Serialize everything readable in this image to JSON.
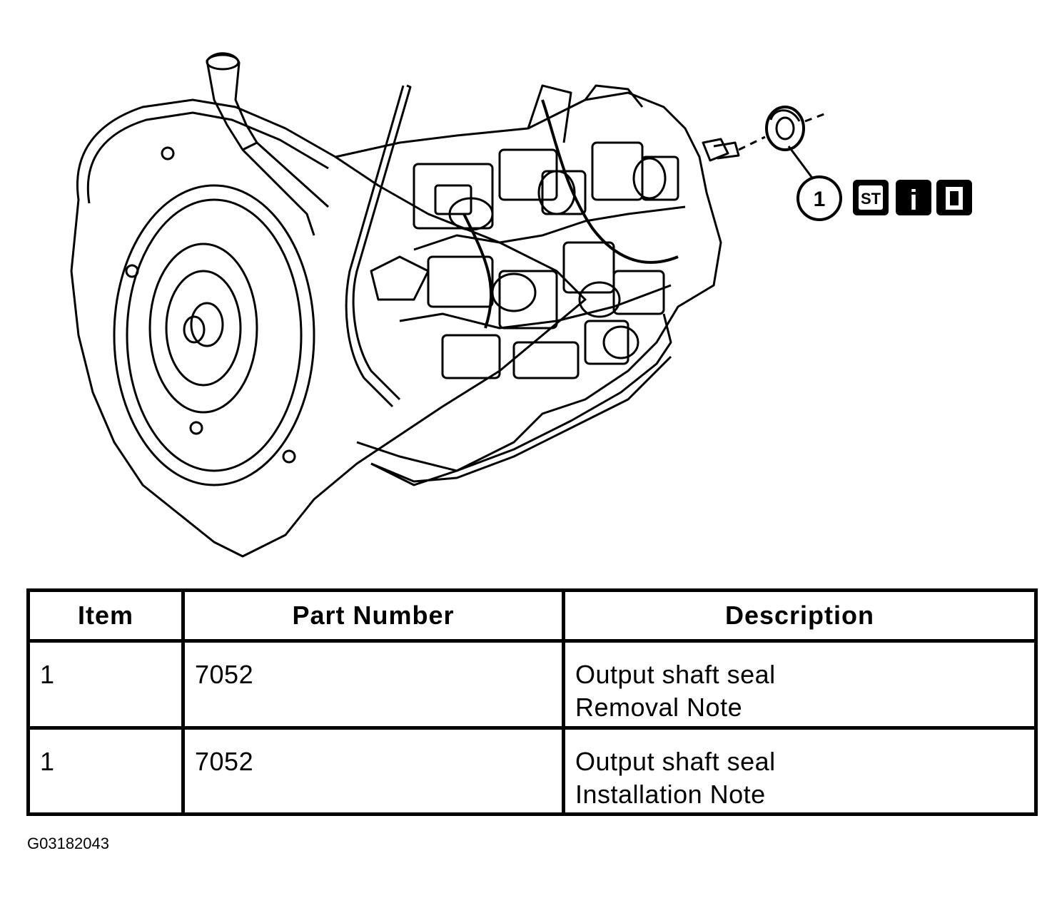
{
  "callout": {
    "item_number": "1",
    "icons": [
      {
        "name": "special-tool-icon",
        "text": "ST"
      },
      {
        "name": "info-icon",
        "text": "i"
      },
      {
        "name": "document-icon",
        "text": ""
      }
    ]
  },
  "table": {
    "headers": [
      "Item",
      "Part Number",
      "Description"
    ],
    "rows": [
      {
        "item": "1",
        "part_number": "7052",
        "description_line1": "Output shaft seal",
        "description_line2": "Removal Note"
      },
      {
        "item": "1",
        "part_number": "7052",
        "description_line1": "Output shaft seal",
        "description_line2": "Installation Note"
      }
    ]
  },
  "figure_id": "G03182043"
}
